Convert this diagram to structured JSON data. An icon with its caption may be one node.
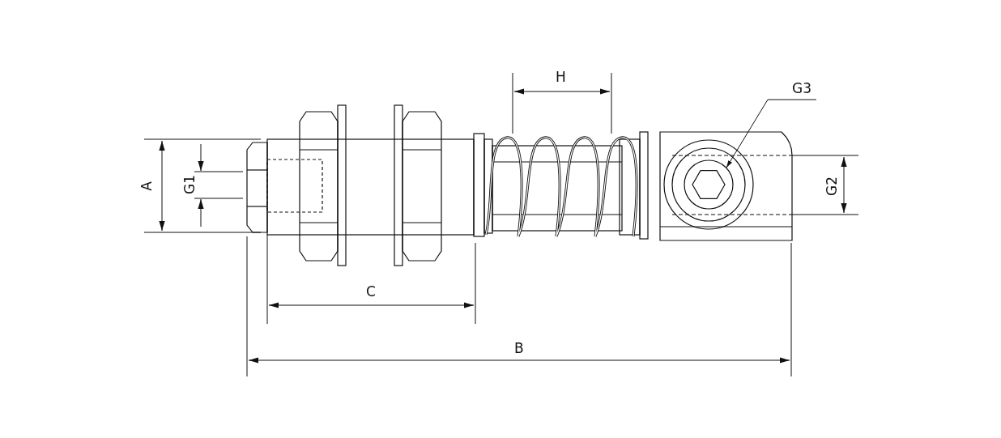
{
  "diagram": {
    "nodes": [
      {
        "text": [
          "G3"
        ]
      },
      {
        "text": [],
        "shape": "picture"
      }
    ],
    "edges": [
      {
        "from": 0,
        "to": 1,
        "arrow": "to"
      }
    ],
    "labels": [
      "H",
      "A",
      "G1",
      "G2",
      "C",
      "B"
    ]
  }
}
